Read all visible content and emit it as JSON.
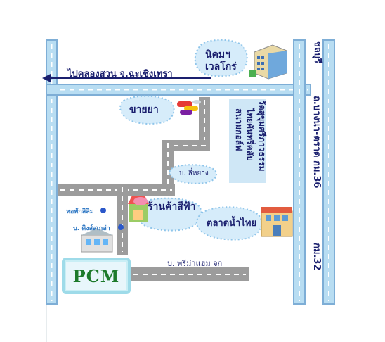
{
  "labels": {
    "to_chachoengsao": "ไปคลองสวน จ.ฉะเชิงเทรา",
    "chonburi": "ชลบุรี",
    "bangna_trad_km36": "ถ.บางนา-ตราด กม.36",
    "km32": "กม.32",
    "nikhom": "นิคมฯ",
    "welgrow": "เวลโกร่",
    "pharmacy": "ขายยา",
    "golf_course": "สนามกอล์ฟ",
    "thai_country_club": "ไทยคันทรี่คลับ",
    "wat_sukhum": "วัดสุขุมศรีภาวธรรม",
    "ban_lee_yang": "บ. ลี่หยาง",
    "sifa_shop": "ร้านค้าสีฟ้า",
    "nam_thai_market": "ตลาดน้ำไทย",
    "dorm_lilim": "หอพักลิลิม",
    "ban_kingsalee": "บ. คิงส์สเกล่า",
    "ban_primahaem": "บ. พรีม่าแฮม จก",
    "pcm": "PCM"
  },
  "colors": {
    "highway": "#b8ddf2",
    "highway_border": "#7eaed6",
    "highway_dashes": "#ffffff",
    "local_road": "#9c9c9c",
    "local_road_dashes": "#ffffff",
    "bubble_fill": "#d6ecfa",
    "bubble_border": "#8fc5ea",
    "label_text": "#1a1f6e",
    "small_label_text": "#2f78c4",
    "pcm_text": "#1d7a2b",
    "pcm_border": "#9edbe9",
    "dot_marker": "#2a57c9"
  },
  "icons": [
    "office-building-icon",
    "pill-capsules-icon",
    "shop-awning-icon",
    "market-building-icon",
    "pcm-factory-icon",
    "location-dot-icon"
  ]
}
